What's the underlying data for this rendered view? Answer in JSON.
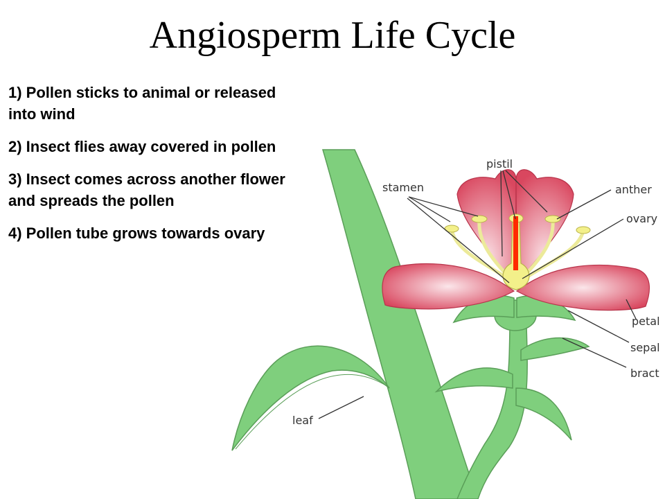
{
  "slide": {
    "title": "Angiosperm Life Cycle",
    "steps": [
      "1) Pollen sticks to animal or released into wind",
      "2) Insect flies away covered in pollen",
      "3) Insect comes across another flower and spreads the pollen",
      "4) Pollen tube grows towards ovary"
    ]
  },
  "diagram": {
    "labels": {
      "pistil": "pistil",
      "stamen": "stamen",
      "anther": "anther",
      "ovary": "ovary",
      "petal": "petal",
      "sepal": "sepal",
      "bract": "bract",
      "leaf": "leaf"
    },
    "colors": {
      "stem": "#7fcf7d",
      "stem_edge": "#5a9e58",
      "petal": "#d9475f",
      "petal_center": "#fbe6ea",
      "anther": "#f3f08a",
      "filament": "#ecea9a",
      "pollen_tube": "#ff2a00"
    }
  }
}
